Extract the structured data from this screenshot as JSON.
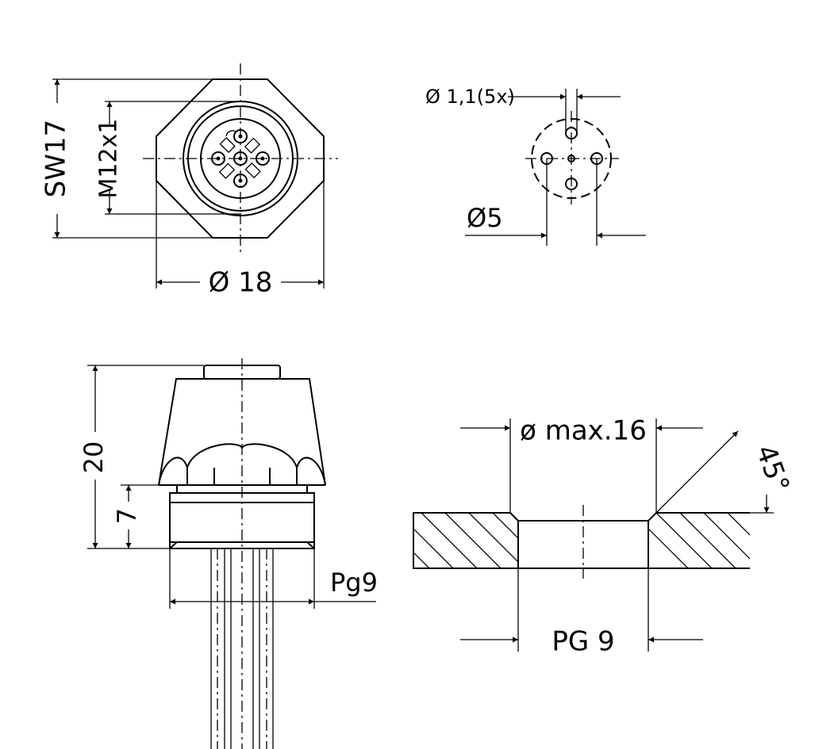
{
  "front_view": {
    "sw_label": "SW17",
    "thread_label": "M12x1",
    "diameter_label": "Ø 18"
  },
  "pin_layout": {
    "pin_diameter_label": "Ø 1,1(5x)",
    "circle_diameter_label": "Ø5"
  },
  "side_view": {
    "height_label": "20",
    "thread_length_label": "7",
    "thread_label": "Pg9"
  },
  "panel_cutout": {
    "max_diameter_label": "ø max.16",
    "angle_label": "45°",
    "thread_label": "PG 9"
  }
}
